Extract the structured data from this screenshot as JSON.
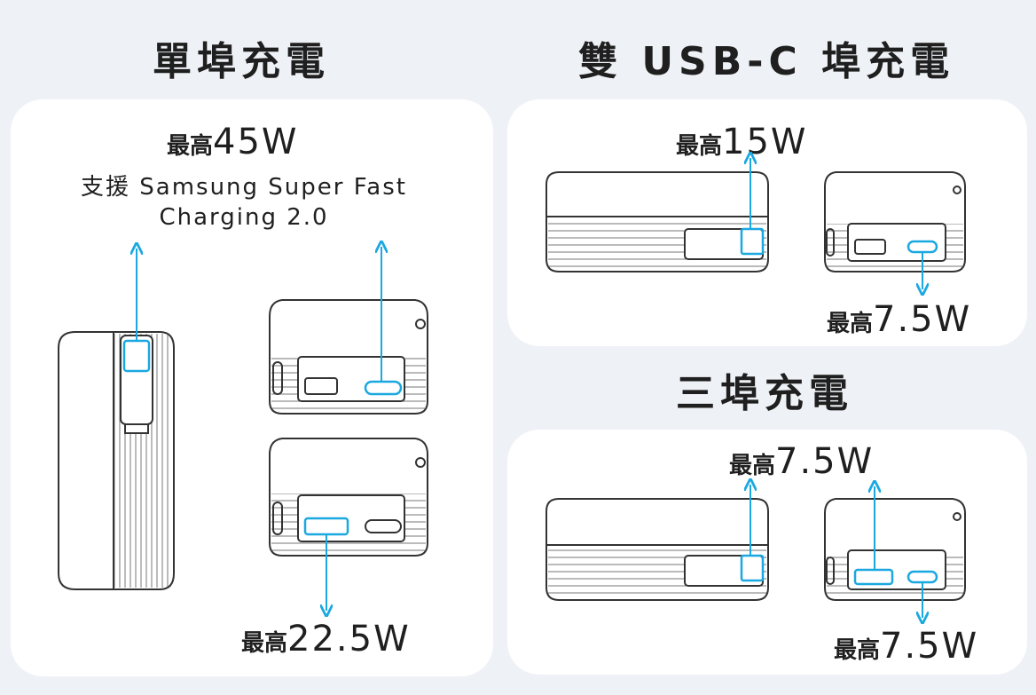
{
  "titles": {
    "single": "單埠充電",
    "dual": "雙 USB-C 埠充電",
    "triple": "三埠充電"
  },
  "single": {
    "top_prefix": "最高",
    "top_value": "45W",
    "support_line1": "支援 Samsung Super Fast",
    "support_line2": "Charging 2.0",
    "bottom_prefix": "最高",
    "bottom_value": "22.5W"
  },
  "dual": {
    "top_prefix": "最高",
    "top_value": "15W",
    "bottom_prefix": "最高",
    "bottom_value": "7.5W"
  },
  "triple": {
    "top_prefix": "最高",
    "top_value": "7.5W",
    "bottom_prefix": "最高",
    "bottom_value": "7.5W"
  },
  "colors": {
    "background": "#eef1f6",
    "panel": "#ffffff",
    "accent": "#1aa8e0",
    "line": "#3a3a3a"
  }
}
